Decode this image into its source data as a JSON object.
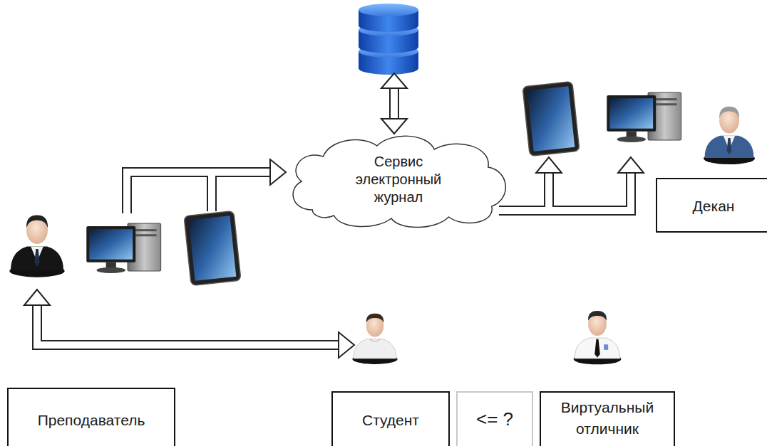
{
  "diagram": {
    "nodes": [
      {
        "text": [
          "Сервис электронный журнал"
        ]
      },
      {
        "text": [
          "Декан"
        ]
      },
      {
        "text": [
          "Преподаватель"
        ]
      },
      {
        "text": [
          "Студент"
        ]
      },
      {
        "text": [
          "<= ?"
        ]
      },
      {
        "text": [
          "Виртуальный отличник"
        ]
      }
    ],
    "edges": [
      {
        "from": 2,
        "to": 0,
        "arrow": "to"
      },
      {
        "from": 0,
        "to": 1,
        "arrow": "to"
      },
      {
        "from": 2,
        "to": 3,
        "arrow": "both"
      }
    ]
  }
}
